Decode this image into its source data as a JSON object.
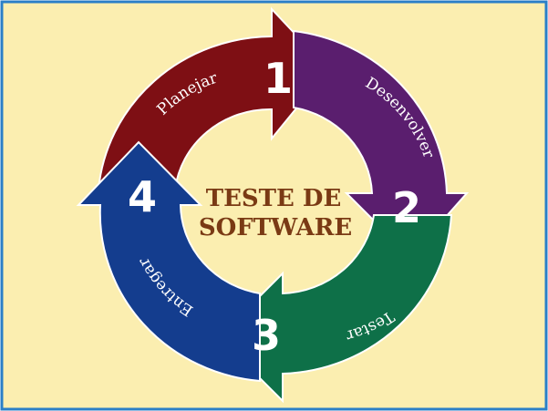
{
  "diagram": {
    "center": {
      "lines": [
        "TESTE DE",
        "SOFTWARE"
      ],
      "color": "#7a3a14"
    },
    "background": "#fbeeb0",
    "border": "#2a7fc7",
    "steps": [
      {
        "number": "1",
        "label": "Planejar",
        "color": "#7e0f14"
      },
      {
        "number": "2",
        "label": "Desenvolver",
        "color": "#5a1e6e"
      },
      {
        "number": "3",
        "label": "Testar",
        "color": "#0e7048"
      },
      {
        "number": "4",
        "label": "Entregar",
        "color": "#143d8e"
      }
    ]
  }
}
